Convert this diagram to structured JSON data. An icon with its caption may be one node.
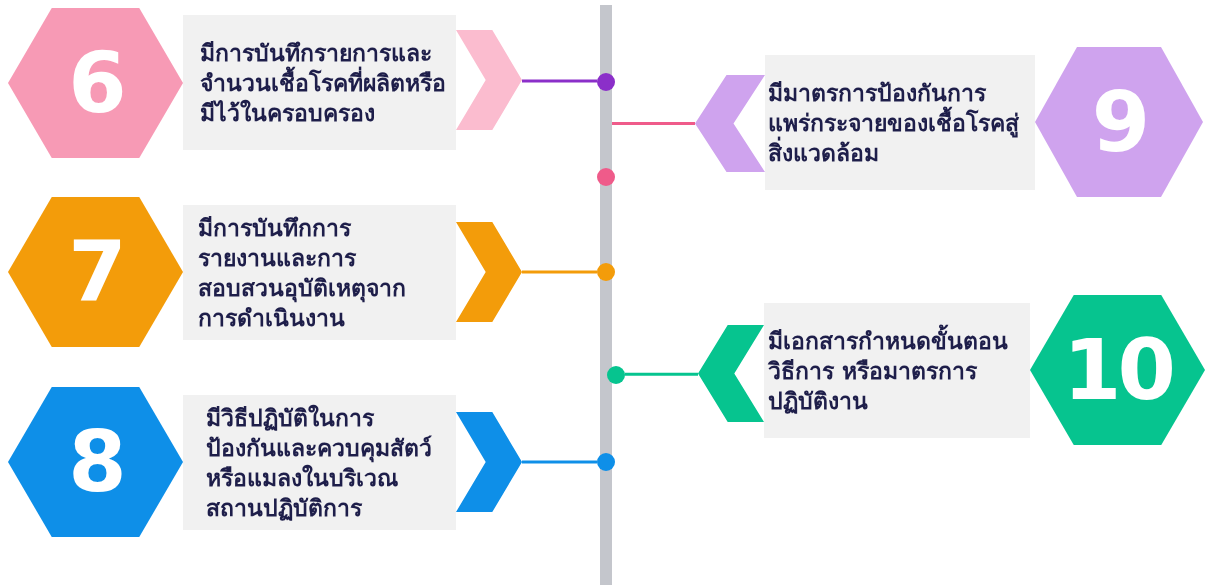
{
  "diagram": {
    "nodes": [
      {
        "text": [],
        "shape": "bar"
      },
      {
        "text": [
          "6"
        ]
      },
      {
        "text": [
          "มีการบันทึกรายการและ จำนวนเชื้อโรคที่ผลิตหรือ มีไว้ในครอบครอง"
        ]
      },
      {
        "text": [],
        "shape": "chevron"
      },
      {
        "text": [],
        "shape": "circle"
      },
      {
        "text": [],
        "shape": "chevron"
      },
      {
        "text": [
          "มีมาตรการป้องกันการ แพร่กระจายของเชื้อโรคสู่ สิ่งแวดล้อม"
        ]
      },
      {
        "text": [
          "9"
        ]
      },
      {
        "text": [],
        "shape": "circle"
      },
      {
        "text": [
          "7"
        ]
      },
      {
        "text": [
          "มีการบันทึกการ รายงานและการ สอบสวนอุบัติเหตุจาก การดำเนินงาน"
        ]
      },
      {
        "text": [],
        "shape": "chevron"
      },
      {
        "text": [],
        "shape": "circle"
      },
      {
        "text": [],
        "shape": "circle"
      },
      {
        "text": [],
        "shape": "chevron"
      },
      {
        "text": [
          "มีเอกสารกำหนดขั้นตอน วิธีการ หรือมาตรการ ปฏิบัติงาน"
        ]
      },
      {
        "text": [
          "10"
        ]
      },
      {
        "text": [
          "8"
        ]
      },
      {
        "text": [
          "มีวิธีปฏิบัติในการ ป้องกันและควบคุมสัตว์ หรือแมลงในบริเวณ สถานปฏิบัติการ"
        ]
      },
      {
        "text": [],
        "shape": "chevron"
      },
      {
        "text": [],
        "shape": "circle"
      }
    ],
    "edges": [
      {
        "from": 3,
        "to": 4,
        "arrow": "none",
        "color": "#8b2fc9"
      },
      {
        "from": 0,
        "to": 5,
        "arrow": "none",
        "color": "#ef5b8a"
      },
      {
        "from": 11,
        "to": 12,
        "arrow": "none",
        "color": "#f39c0a"
      },
      {
        "from": 13,
        "to": 14,
        "arrow": "none",
        "color": "#06c48f"
      },
      {
        "from": 19,
        "to": 20,
        "arrow": "none",
        "color": "#0e8fe8"
      }
    ]
  }
}
